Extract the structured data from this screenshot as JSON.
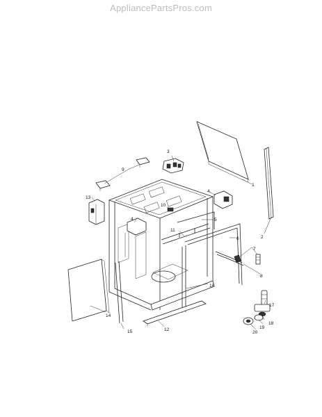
{
  "watermark": "AppliancePartsPros.com",
  "callouts": {
    "c1": "1",
    "c2": "2",
    "c3": "3",
    "c4a": "4",
    "c4b": "4",
    "c5": "5",
    "c6": "6",
    "c7": "7",
    "c8": "8",
    "c9": "9",
    "c10": "10",
    "c11": "11",
    "c12": "12",
    "c13": "13",
    "c14": "14",
    "c15": "15",
    "c16": "16",
    "c17": "17",
    "c18": "18",
    "c19": "19",
    "c20": "20"
  }
}
